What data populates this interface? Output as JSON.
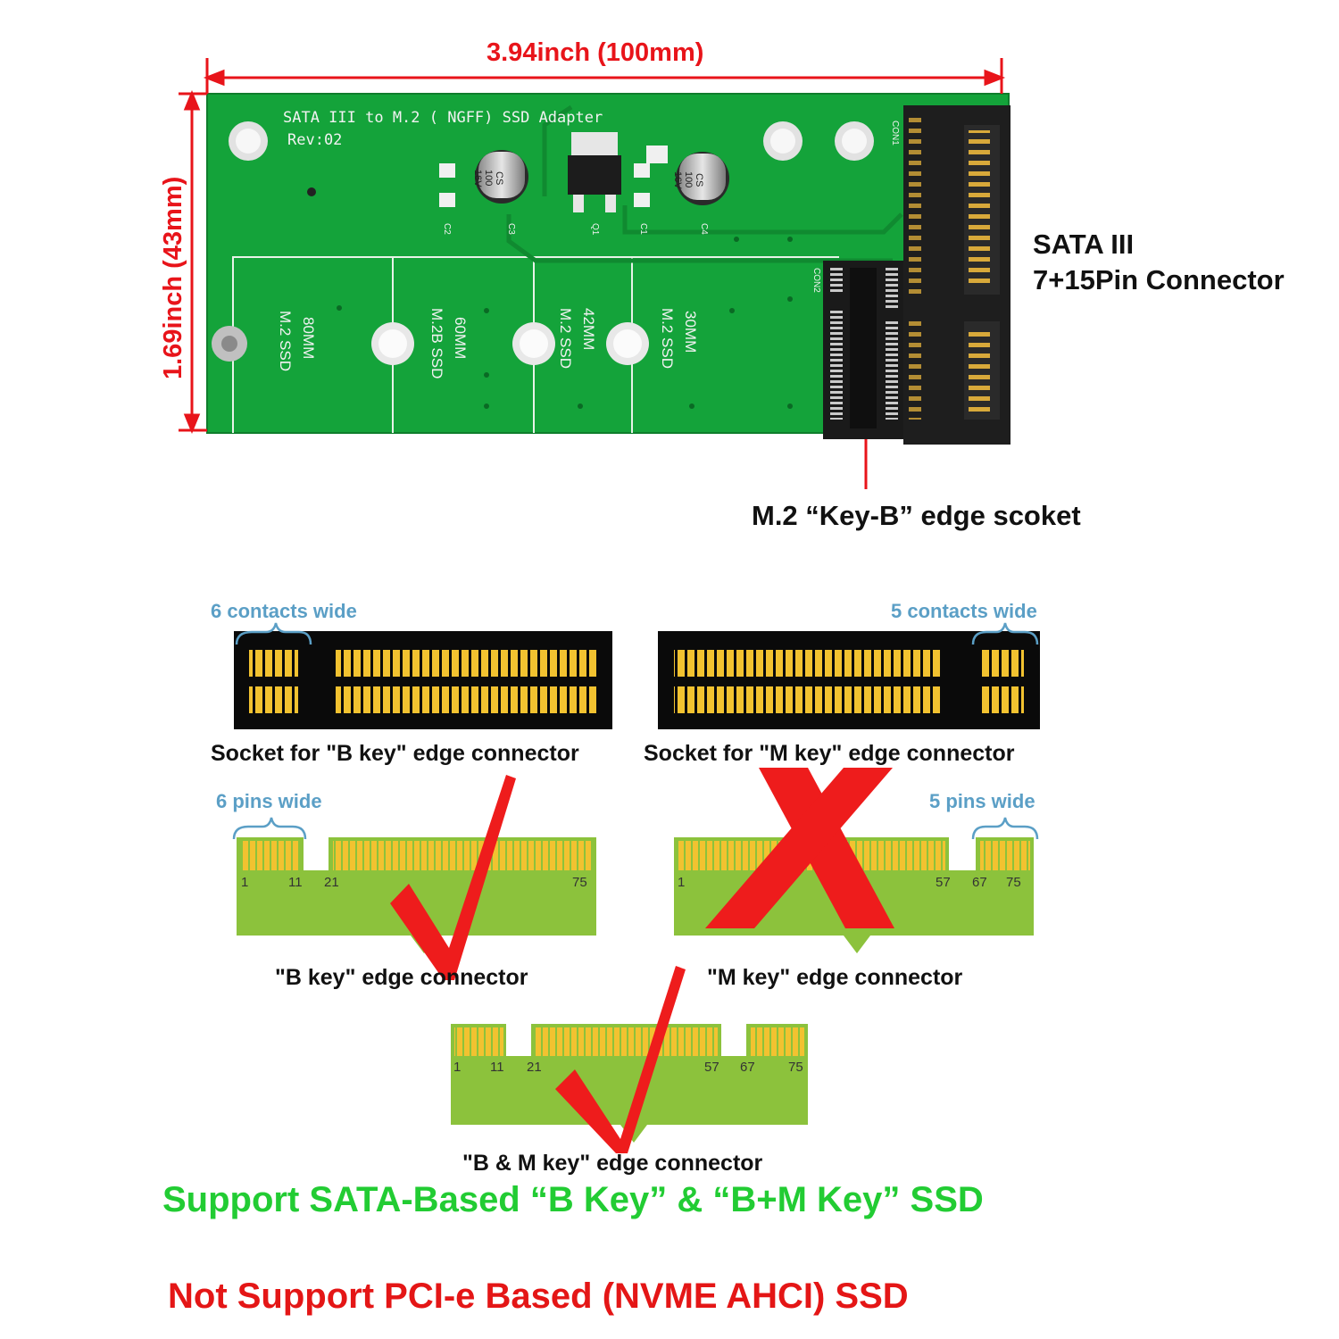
{
  "dimensions": {
    "width_label": "3.94inch (100mm)",
    "height_label": "1.69inch (43mm)"
  },
  "board": {
    "title_line": "SATA III to M.2 ( NGFF) SSD Adapter",
    "revision": "Rev:02",
    "cap_marking": [
      "CS",
      "100",
      "16V"
    ],
    "component_refs": {
      "c1": "C1",
      "c2": "C2",
      "c3": "C3",
      "c4": "C4",
      "q1": "Q1",
      "con1": "CON1",
      "con2": "CON2"
    },
    "slots": [
      {
        "line1": "80MM",
        "line2": "M.2 SSD"
      },
      {
        "line1": "60MM",
        "line2": "M.2B SSD"
      },
      {
        "line1": "42MM",
        "line2": "M.2 SSD"
      },
      {
        "line1": "30MM",
        "line2": "M.2 SSD"
      }
    ]
  },
  "callouts": {
    "sata_line1": "SATA III",
    "sata_line2": "7+15Pin Connector",
    "socket_label": "M.2 “Key-B” edge scoket"
  },
  "diagram": {
    "b_socket_top": "6 contacts wide",
    "m_socket_top": "5 contacts wide",
    "b_socket_caption": "Socket for \"B key\" edge connector",
    "m_socket_caption": "Socket for \"M key\" edge connector",
    "b_pins_top": "6 pins wide",
    "m_pins_top": "5 pins wide",
    "b_conn_caption": "\"B key\" edge connector",
    "m_conn_caption": "\"M key\" edge connector",
    "bm_conn_caption": "\"B & M key\" edge connector",
    "b_pin_numbers": [
      "1",
      "11",
      "21",
      "75"
    ],
    "m_pin_numbers": [
      "1",
      "57",
      "67",
      "75"
    ],
    "bm_pin_numbers": [
      "1",
      "11",
      "21",
      "57",
      "67",
      "75"
    ]
  },
  "support": {
    "supported": "Support SATA-Based “B Key” & “B+M Key” SSD",
    "not_supported": "Not Support PCI-e Based (NVME  AHCI) SSD"
  },
  "colors": {
    "pcb_green": "#14a33a",
    "dimension_red": "#e8141a",
    "contact_gold": "#f2c230",
    "connector_green": "#8cc23c",
    "label_blue": "#5b9fc6",
    "support_green": "#22cc33",
    "not_support_red": "#e41616"
  }
}
